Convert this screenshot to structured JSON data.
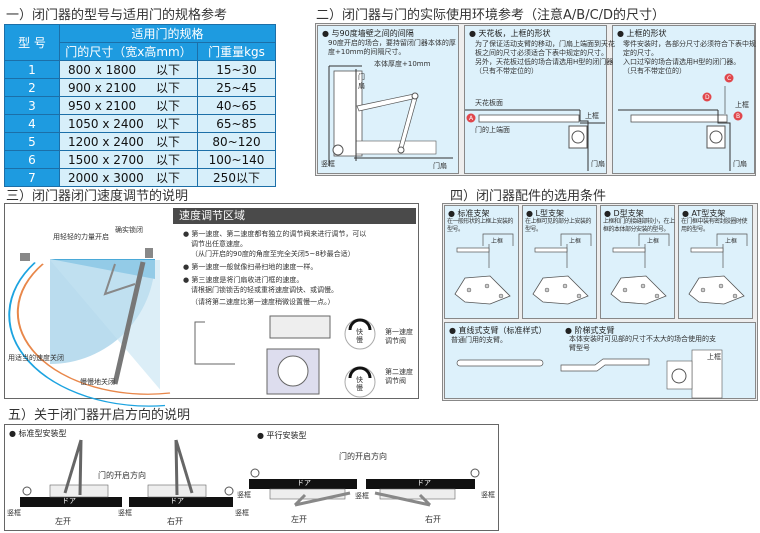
{
  "section1": {
    "title": "一）闭门器的型号与适用门的规格参考",
    "header": {
      "model": "型 号",
      "spec": "适用门的规格",
      "size": "门的尺寸（宽x高mm）",
      "weight": "门重量kgs"
    },
    "rows": [
      {
        "model": "1",
        "size": "800 x 1800",
        "limit": "以下",
        "weight": "15~30"
      },
      {
        "model": "2",
        "size": "900 x 2100",
        "limit": "以下",
        "weight": "25~45"
      },
      {
        "model": "3",
        "size": "950 x 2100",
        "limit": "以下",
        "weight": "40~65"
      },
      {
        "model": "4",
        "size": "1050 x 2400",
        "limit": "以下",
        "weight": "65~85"
      },
      {
        "model": "5",
        "size": "1200 x 2400",
        "limit": "以下",
        "weight": "80~120"
      },
      {
        "model": "6",
        "size": "1500 x 2700",
        "limit": "以下",
        "weight": "100~140"
      },
      {
        "model": "7",
        "size": "2000 x 3000",
        "limit": "以下",
        "weight": "250以下"
      }
    ]
  },
  "section2": {
    "title": "二）闭门器与门的实际使用环境参考（注意A/B/C/D的尺寸）",
    "panels": [
      {
        "title": "与90度墙壁之间的间隔",
        "text": [
          "90度开启的场合，要持留闭门器本体的厚",
          "度+10mm的间隔尺寸。"
        ],
        "labels": {
          "dim": "本体厚度+10mm",
          "door": "门扇",
          "door2": "门扇",
          "frame": "竖框"
        }
      },
      {
        "title": "天花板，上框的形状",
        "text": [
          "为了保证活动支臂的移动，门扇上端面到天花",
          "板之间的尺寸必须适合下表中规定的尺寸。",
          "另外，天花板过低的场合请选用H型的闭门器",
          "（只有不带定位的）"
        ],
        "labels": {
          "ceiling": "天花板面",
          "top": "门的上端面",
          "frame": "上框",
          "door": "门扇",
          "a": "A"
        }
      },
      {
        "title": "上框的形状",
        "text": [
          "零件安装时，各部分尺寸必须符合下表中规",
          "定的尺寸。",
          "入口过窄的场合请选用H型的闭门器。",
          "（只有不带定位的）"
        ],
        "labels": {
          "frame": "上框",
          "door": "门扇",
          "b": "B",
          "c": "C",
          "d": "D"
        }
      }
    ]
  },
  "section3": {
    "title": "三）闭门器闭门速度调节的说明",
    "bar": "速度调节区域",
    "bullets": [
      "第一速度、第二速度都有独立的调节阀来进行调节，可以",
      "调节出任意速度。",
      "（从门开启的90度的角度至完全关闭5~8秒最合适）",
      "第一速度一般就像扫帚扫地的速度一样。",
      "第三速度是将门扇收进门框的速度。",
      "请根据门锁锁舌的轻或重将速度调快、或调慢。",
      "（请将第二速度比第一速度稍微设置慢一点。）"
    ],
    "labels": {
      "open": "用轻轻的力量开启",
      "lock": "确实锁闭",
      "close": "用适当的速度关闭",
      "slow": "慢慢地关闭",
      "valve1": "第一速度",
      "valve1b": "调节阀",
      "valve2": "第二速度",
      "valve2b": "调节阀",
      "fast": "快",
      "slowk": "慢"
    }
  },
  "section4": {
    "title": "四）闭门器配件的选用条件",
    "brackets": [
      {
        "title": "标准支架",
        "text": [
          "在一般形状的上框上安装的",
          "型号。"
        ],
        "frame": "上框"
      },
      {
        "title": "L型支架",
        "text": [
          "在上框可见的部分上安装的",
          "型号。"
        ],
        "frame": "上框"
      },
      {
        "title": "D型支架",
        "text": [
          "上框和门的接缝部较小，在上",
          "框的本体部分安装的型号。"
        ],
        "frame": "上框"
      },
      {
        "title": "AT型支架",
        "text": [
          "在门框中装有密封胶圈时使",
          "用的型号。"
        ],
        "frame": "上框"
      }
    ],
    "arms": [
      {
        "title": "直线式支臂（标准样式）",
        "text": [
          "普通门用的支臂。"
        ]
      },
      {
        "title": "阶梯式支臂",
        "text": [
          "本体安装时可见部的尺寸不太大的场合使用的支",
          "臂型号"
        ],
        "frame": "上框"
      }
    ]
  },
  "section5": {
    "title": "五）关于闭门器开启方向的说明",
    "standard": {
      "title": "标准型安装型",
      "direction": "门的开启方向",
      "left": "左开",
      "right": "右开",
      "door": "ドア",
      "frame": "竖框"
    },
    "parallel": {
      "title": "平行安装型",
      "direction": "门的开启方向",
      "left": "左开",
      "right": "右开",
      "door": "ドア",
      "frame": "竖框"
    }
  },
  "colors": {
    "table_header": "#1e9be0",
    "table_cell": "#d7effa",
    "panel_bg": "#ddf1fb",
    "marker": "#e0474c",
    "arrow_blue": "#1ca3e0",
    "arrow_orange": "#e8874a"
  }
}
